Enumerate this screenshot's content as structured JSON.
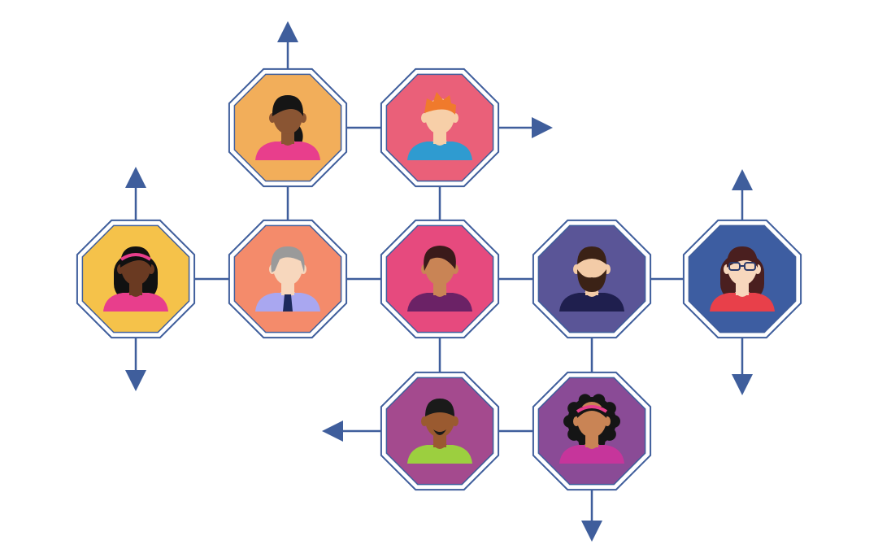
{
  "diagram": {
    "line_color": "#3f5e9c",
    "octagon_border": "#3f5e9c",
    "nodes": [
      {
        "id": "n1",
        "icon": "woman-ponytail-avatar-icon",
        "bg": "#f2ae5a",
        "skin": "#8a5533",
        "hair": "#151515",
        "shirt": "#e83e8c",
        "style": "ponytail"
      },
      {
        "id": "n2",
        "icon": "man-red-hair-avatar-icon",
        "bg": "#ea6079",
        "skin": "#f7cfa8",
        "hair": "#f07a2c",
        "shirt": "#2f9bd0",
        "style": "spiky"
      },
      {
        "id": "n3",
        "icon": "woman-headband-avatar-icon",
        "bg": "#f5c24a",
        "skin": "#6a3a22",
        "hair": "#111111",
        "shirt": "#e83e8c",
        "style": "headband",
        "accent": "#e83e8c"
      },
      {
        "id": "n4",
        "icon": "older-man-tie-avatar-icon",
        "bg": "#f48b6b",
        "skin": "#f7d7bd",
        "hair": "#9a9a9a",
        "shirt": "#a9a7f0",
        "style": "grey",
        "accent": "#1d2a5c"
      },
      {
        "id": "n5",
        "icon": "woman-short-hair-avatar-icon",
        "bg": "#e64a7e",
        "skin": "#c98455",
        "hair": "#3a1a1a",
        "shirt": "#6b2266",
        "style": "short"
      },
      {
        "id": "n6",
        "icon": "bearded-man-avatar-icon",
        "bg": "#5a5597",
        "skin": "#f3cba7",
        "hair": "#3b2216",
        "shirt": "#1f1f4e",
        "style": "beard"
      },
      {
        "id": "n7",
        "icon": "woman-glasses-avatar-icon",
        "bg": "#3d5da1",
        "skin": "#f7d7bd",
        "hair": "#4a1f1f",
        "shirt": "#e8404a",
        "style": "glasses"
      },
      {
        "id": "n8",
        "icon": "man-goatee-avatar-icon",
        "bg": "#a44a8e",
        "skin": "#9a5a30",
        "hair": "#1a1a1a",
        "shirt": "#9ccf3f",
        "style": "goatee"
      },
      {
        "id": "n9",
        "icon": "woman-curly-hair-avatar-icon",
        "bg": "#8a4b96",
        "skin": "#c98455",
        "hair": "#151515",
        "shirt": "#c6359b",
        "style": "curly",
        "accent": "#e83e8c"
      }
    ],
    "arrows": [
      {
        "name": "arrow-up-from-node-1",
        "direction": "up"
      },
      {
        "name": "arrow-right-from-node-2",
        "direction": "right"
      },
      {
        "name": "arrow-up-from-node-3",
        "direction": "up"
      },
      {
        "name": "arrow-down-from-node-3",
        "direction": "down"
      },
      {
        "name": "arrow-up-from-node-7",
        "direction": "up"
      },
      {
        "name": "arrow-down-from-node-7",
        "direction": "down"
      },
      {
        "name": "arrow-left-from-node-8",
        "direction": "left"
      },
      {
        "name": "arrow-down-from-node-9",
        "direction": "down"
      }
    ]
  }
}
